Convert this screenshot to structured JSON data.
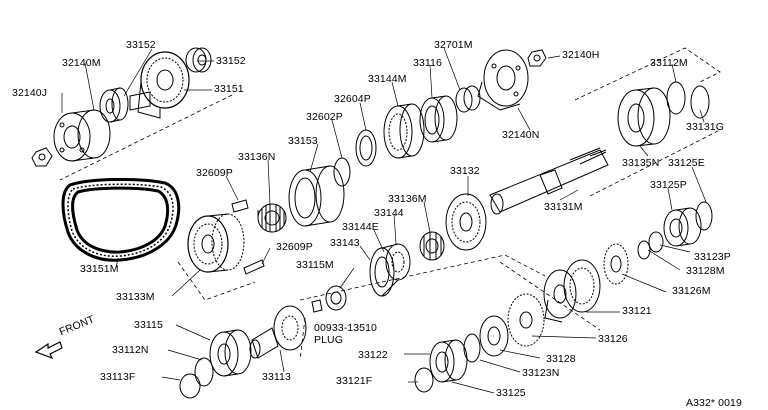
{
  "diagram": {
    "part_labels": [
      "33152",
      "33152",
      "32140M",
      "32140J",
      "33151",
      "32701M",
      "32140H",
      "33144M",
      "33116",
      "32604P",
      "32602P",
      "32140N",
      "33112M",
      "33131G",
      "33153",
      "33136N",
      "32609P",
      "33135N",
      "33125E",
      "33132",
      "33125P",
      "33136M",
      "33131M",
      "33144",
      "33144E",
      "33143",
      "33151M",
      "32609P",
      "33123P",
      "33133M",
      "33115M",
      "33128M",
      "33126M",
      "33121",
      "33115",
      "33112N",
      "33113F",
      "33113",
      "33126",
      "33122",
      "33128",
      "33123N",
      "33121F",
      "33125"
    ],
    "plug_label": "00933-13510\nPLUG",
    "front_label": "FRONT",
    "diagram_code": "A332* 0019"
  }
}
